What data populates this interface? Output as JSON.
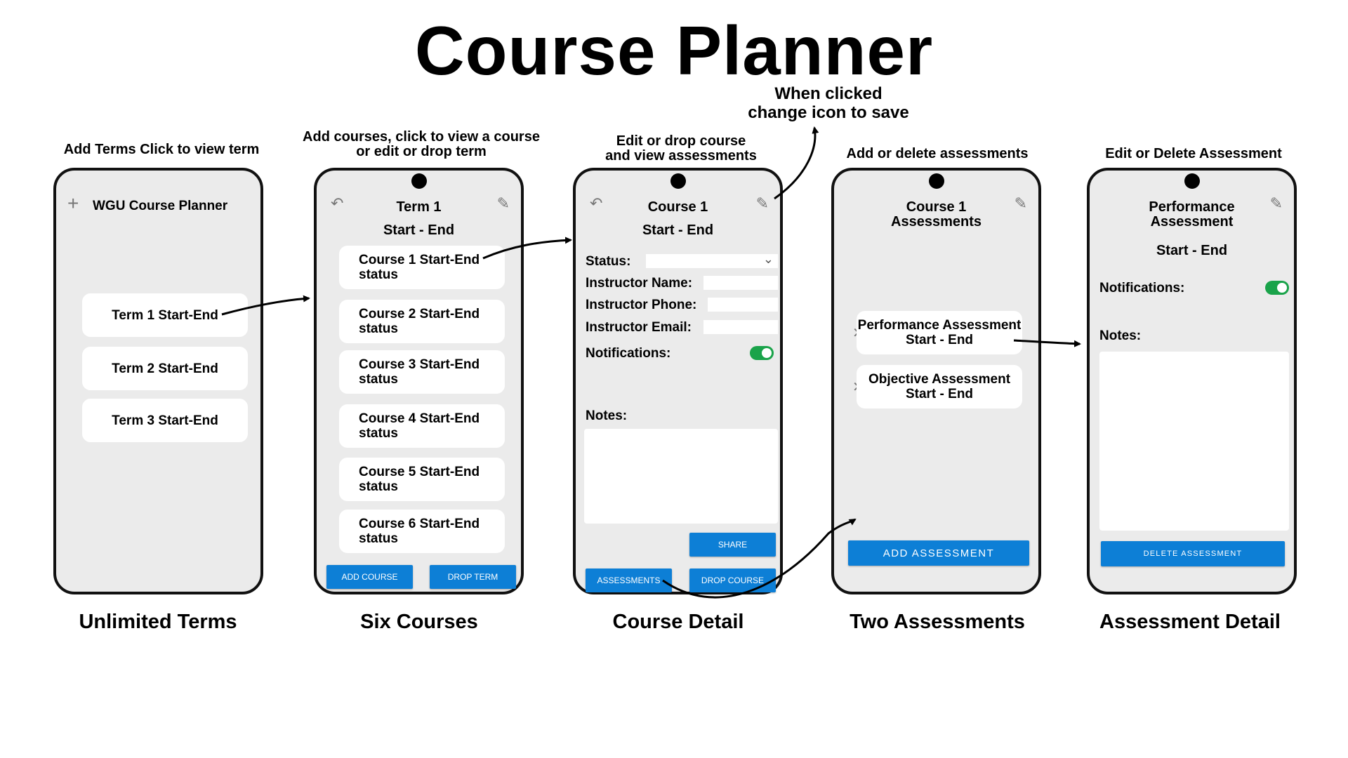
{
  "title": "Course Planner",
  "note_top": "When clicked\nchange icon to save",
  "colors": {
    "button_blue": "#0d7fd6",
    "toggle_green": "#1aa34a",
    "phone_bg": "#ebebeb"
  },
  "screens": {
    "terms": {
      "caption": "Add Terms Click to view term",
      "label": "Unlimited Terms",
      "header": "WGU Course Planner",
      "icon": "plus-icon",
      "items": [
        "Term 1 Start-End",
        "Term 2 Start-End",
        "Term 3 Start-End"
      ]
    },
    "courses": {
      "caption": "Add courses, click to view a course\nor edit or drop term",
      "label": "Six Courses",
      "header": "Term 1",
      "subheader": "Start - End",
      "items": [
        {
          "title": "Course 1 Start-End",
          "status": "status"
        },
        {
          "title": "Course 2 Start-End",
          "status": "status"
        },
        {
          "title": "Course 3 Start-End",
          "status": "status"
        },
        {
          "title": "Course 4 Start-End",
          "status": "status"
        },
        {
          "title": "Course 5 Start-End",
          "status": "status"
        },
        {
          "title": "Course 6 Start-End",
          "status": "status"
        }
      ],
      "add_button": "ADD COURSE",
      "drop_button": "DROP TERM"
    },
    "course_detail": {
      "caption": "Edit or drop course\nand view assessments",
      "label": "Course Detail",
      "header": "Course 1",
      "subheader": "Start - End",
      "status_label": "Status:",
      "instructor_name_label": "Instructor Name:",
      "instructor_phone_label": "Instructor Phone:",
      "instructor_email_label": "Instructor Email:",
      "notifications_label": "Notifications:",
      "notes_label": "Notes:",
      "share_button": "SHARE",
      "assessments_button": "ASSESSMENTS",
      "drop_button": "DROP COURSE"
    },
    "assessments": {
      "caption": "Add or delete assessments",
      "label": "Two Assessments",
      "header": "Course 1\nAssessments",
      "items": [
        {
          "title": "Performance Assessment",
          "dates": "Start - End"
        },
        {
          "title": "Objective Assessment",
          "dates": "Start - End"
        }
      ],
      "add_button": "ADD ASSESSMENT"
    },
    "assessment_detail": {
      "caption": "Edit or Delete Assessment",
      "label": "Assessment Detail",
      "header": "Performance\nAssessment",
      "subheader": "Start - End",
      "notifications_label": "Notifications:",
      "notes_label": "Notes:",
      "delete_button": "DELETE ASSESSMENT"
    }
  }
}
